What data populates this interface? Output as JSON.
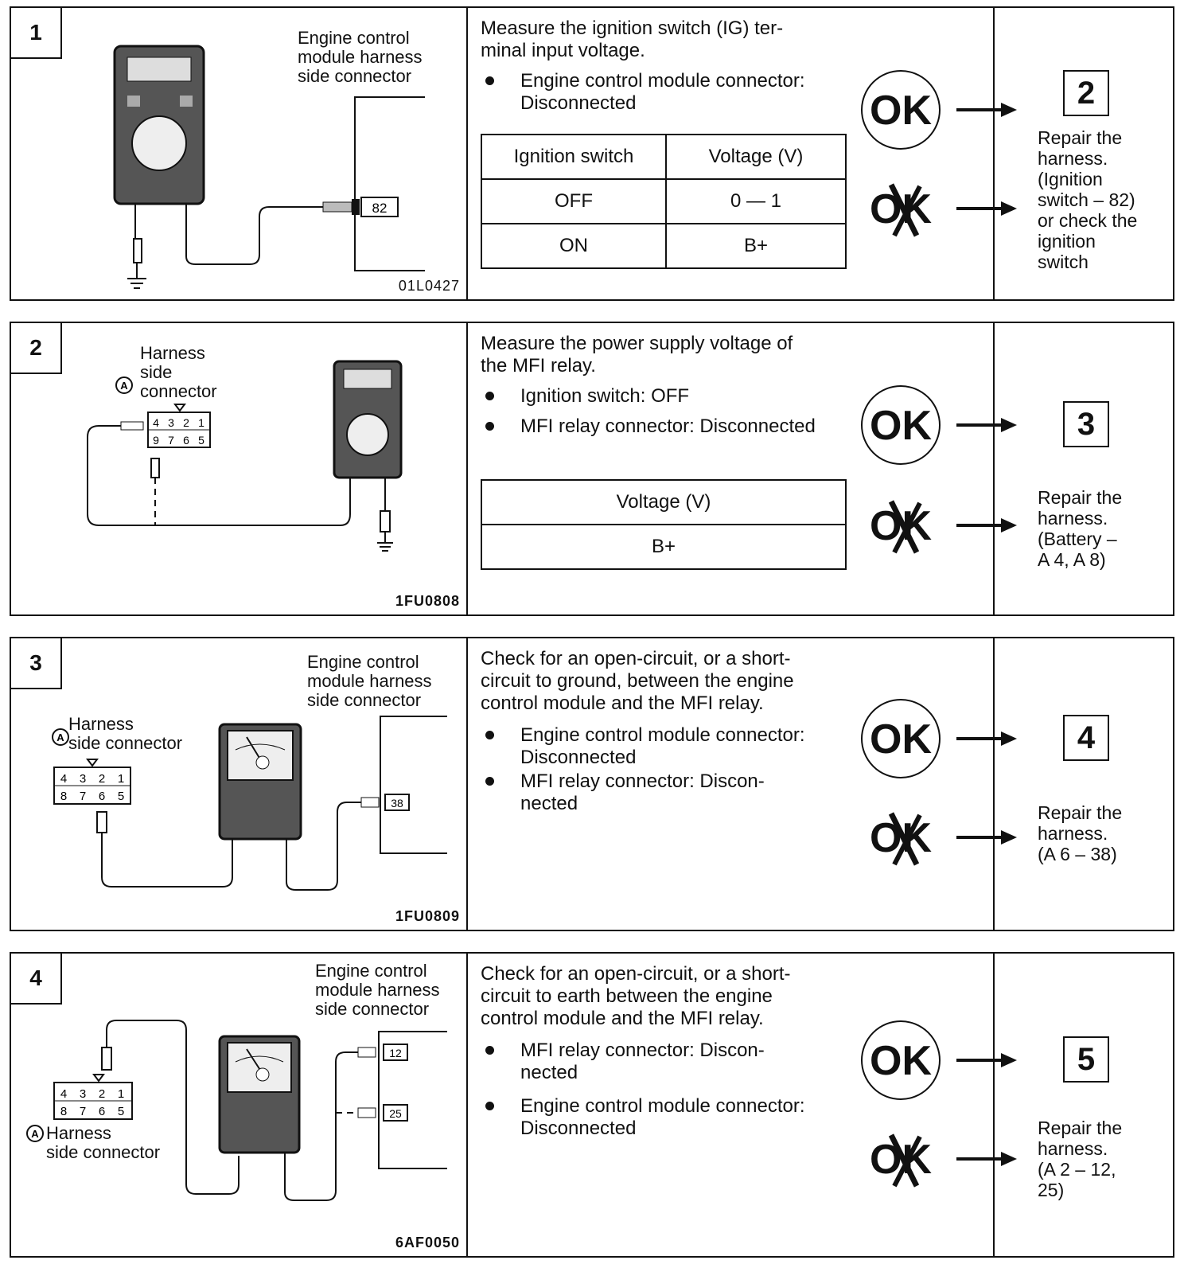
{
  "ok_label": "OK",
  "steps": [
    {
      "number": "1",
      "diagram_labels": [
        "Engine control\nmodule harness\nside connector"
      ],
      "terminal": "82",
      "figure_code": "01L0427",
      "description": "Measure the ignition switch (IG) ter-\nminal input voltage.",
      "bullets": [
        "Engine control module connector: Disconnected"
      ],
      "table": {
        "headers": [
          "Ignition  switch",
          "Voltage  (V)"
        ],
        "rows": [
          [
            "OFF",
            "0 — 1"
          ],
          [
            "ON",
            "B+"
          ]
        ]
      },
      "ok_next": "2",
      "ng_text": "Repair the\nharness.\n(Ignition\nswitch – 82)\nor check the\nignition\nswitch"
    },
    {
      "number": "2",
      "diagram_labels": [
        "Harness\nside\nconnector"
      ],
      "connector_mark": "A",
      "connector_pins_top": [
        "4",
        "3",
        "2",
        "1"
      ],
      "connector_pins_bottom": [
        "9",
        "7",
        "6",
        "5"
      ],
      "figure_code": "1FU0808",
      "description": "Measure the power supply voltage of\nthe MFI relay.",
      "bullets": [
        "Ignition switch: OFF",
        "MFI relay connector: Disconnected"
      ],
      "table": {
        "headers": [
          "Voltage  (V)"
        ],
        "rows": [
          [
            "B+"
          ]
        ]
      },
      "ok_next": "3",
      "ng_text": "Repair the\nharness.\n(Battery –\nA 4, A 8)"
    },
    {
      "number": "3",
      "diagram_labels": [
        "Engine control\nmodule harness\nside connector",
        "Harness\nside connector"
      ],
      "connector_mark": "A",
      "connector_pins_top": [
        "4",
        "3",
        "2",
        "1"
      ],
      "connector_pins_bottom": [
        "8",
        "7",
        "6",
        "5"
      ],
      "terminal": "38",
      "figure_code": "1FU0809",
      "description": "Check for an open-circuit, or a short-\ncircuit to ground, between the engine\ncontrol module and the MFI relay.",
      "bullets": [
        "Engine control module connector: Disconnected",
        "MFI relay connector: Discon-\nnected"
      ],
      "ok_next": "4",
      "ng_text": "Repair the\nharness.\n(A 6 – 38)"
    },
    {
      "number": "4",
      "diagram_labels": [
        "Engine control\nmodule harness\nside connector",
        "Harness\nside connector"
      ],
      "connector_mark": "A",
      "connector_pins_top": [
        "4",
        "3",
        "2",
        "1"
      ],
      "connector_pins_bottom": [
        "8",
        "7",
        "6",
        "5"
      ],
      "terminals": [
        "12",
        "25"
      ],
      "figure_code": "6AF0050",
      "description": "Check for an open-circuit, or a short-\ncircuit to earth between the engine\ncontrol module and the MFI relay.",
      "bullets": [
        "MFI relay connector: Discon-\nnected",
        "Engine control module connector: Disconnected"
      ],
      "ok_next": "5",
      "ng_text": "Repair the\nharness.\n(A 2 – 12,\n25)"
    }
  ]
}
